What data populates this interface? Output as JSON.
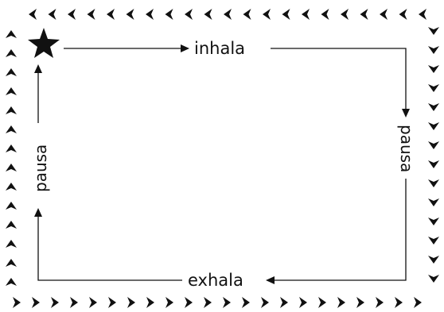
{
  "diagram": {
    "labels": {
      "top": "inhala",
      "right": "pausa",
      "bottom": "exhala",
      "left": "pausa"
    },
    "start_marker_icon": "star-icon",
    "border_icon": "chevron-arrow-icon",
    "colors": {
      "ink": "#111111",
      "background": "#ffffff"
    }
  }
}
